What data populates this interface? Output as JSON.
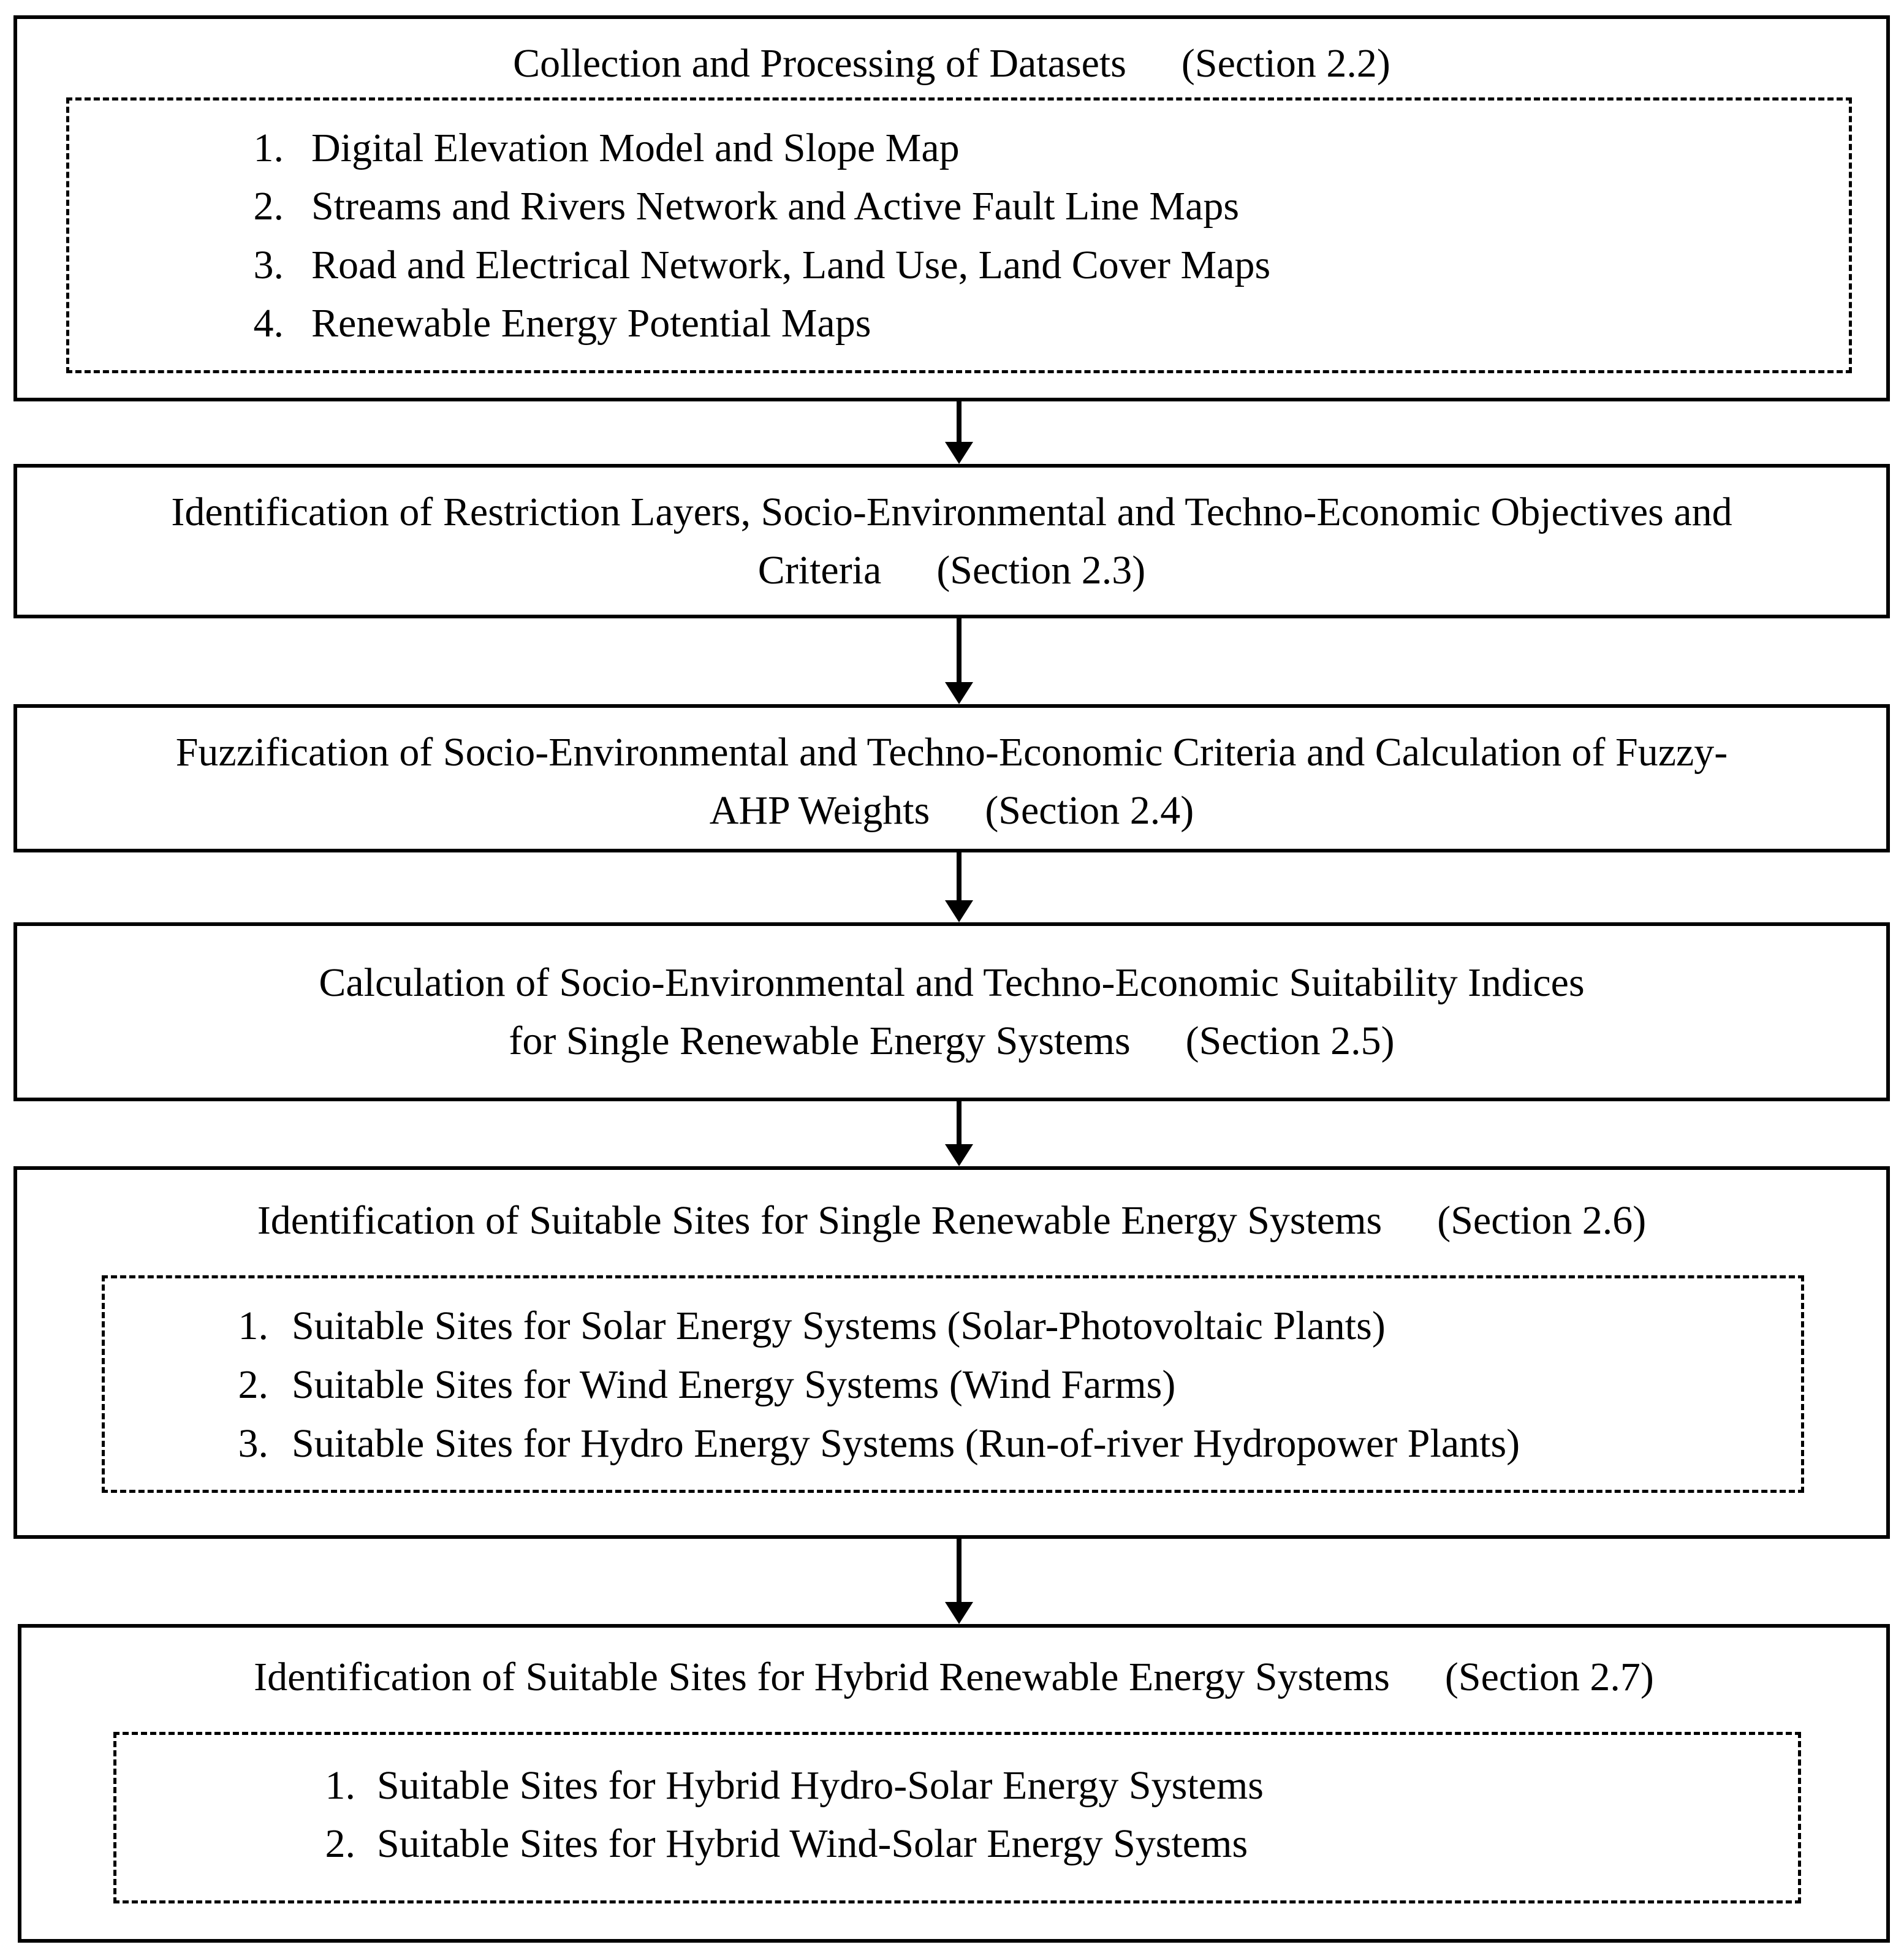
{
  "steps": [
    {
      "title": "Collection and Processing of Datasets",
      "section": "(Section 2.2)",
      "items": [
        {
          "num": "1.",
          "text": "Digital Elevation Model and Slope Map"
        },
        {
          "num": "2.",
          "text": "Streams and Rivers Network and Active Fault Line Maps"
        },
        {
          "num": "3.",
          "text": "Road and Electrical Network, Land Use, Land Cover Maps"
        },
        {
          "num": "4.",
          "text": "Renewable Energy Potential Maps"
        }
      ]
    },
    {
      "line1": "Identification of Restriction Layers, Socio-Environmental and Techno-Economic Objectives and",
      "line2": "Criteria",
      "section": "(Section 2.3)"
    },
    {
      "line1": "Fuzzification of Socio-Environmental and Techno-Economic Criteria and Calculation of Fuzzy-",
      "line2": "AHP Weights",
      "section": "(Section 2.4)"
    },
    {
      "line1": "Calculation of Socio-Environmental and Techno-Economic Suitability Indices",
      "line2": "for Single Renewable Energy Systems",
      "section": "(Section 2.5)"
    },
    {
      "title": "Identification of Suitable Sites for Single Renewable Energy Systems",
      "section": "(Section 2.6)",
      "items": [
        {
          "num": "1.",
          "text": "Suitable Sites for Solar Energy Systems (Solar-Photovoltaic Plants)"
        },
        {
          "num": "2.",
          "text": "Suitable Sites for Wind Energy Systems (Wind Farms)"
        },
        {
          "num": "3.",
          "text": "Suitable Sites for Hydro Energy Systems (Run-of-river Hydropower Plants)"
        }
      ]
    },
    {
      "title": "Identification of Suitable Sites for Hybrid Renewable Energy Systems",
      "section": "(Section 2.7)",
      "items": [
        {
          "num": "1.",
          "text": "Suitable Sites for Hybrid Hydro-Solar Energy Systems"
        },
        {
          "num": "2.",
          "text": "Suitable Sites for Hybrid Wind-Solar Energy Systems"
        }
      ]
    }
  ]
}
